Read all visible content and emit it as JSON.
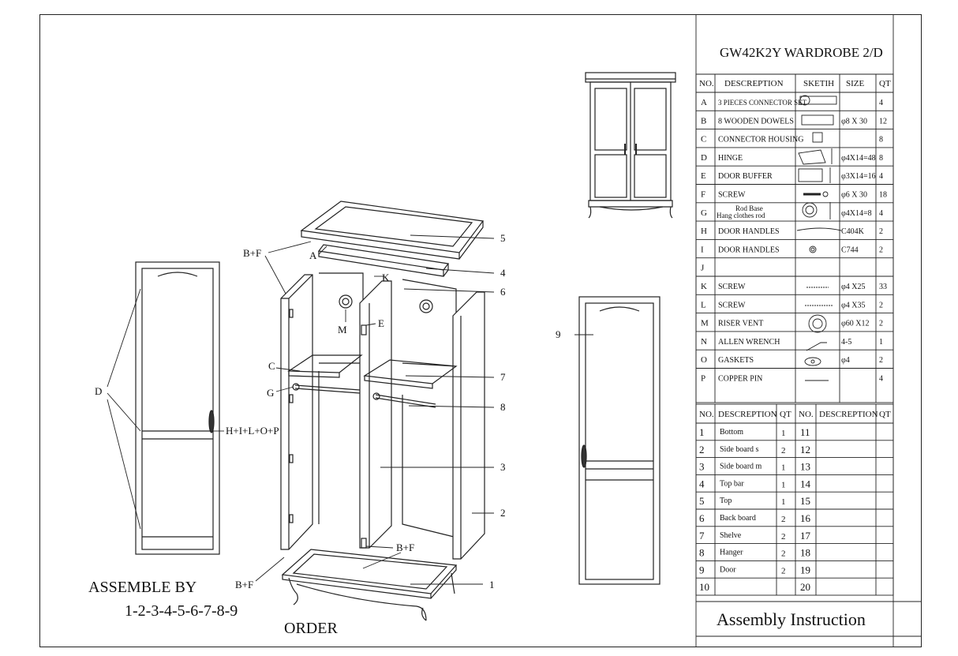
{
  "title": "GW42K2Y WARDROBE 2/D",
  "footer": "Assembly Instruction",
  "assemble": {
    "line1": "ASSEMBLE BY",
    "line2": "1-2-3-4-5-6-7-8-9",
    "line3": "ORDER"
  },
  "hardware_header": {
    "no": "NO.",
    "desc": "DESCREPTION",
    "sketch": "SKETIH",
    "size": "SIZE",
    "qt": "QT"
  },
  "hardware": [
    {
      "no": "A",
      "desc": "3 PIECES CONNECTOR SET",
      "size": "",
      "qt": "4"
    },
    {
      "no": "B",
      "desc": "8 WOODEN DOWELS",
      "size": "φ8 X 30",
      "qt": "12"
    },
    {
      "no": "C",
      "desc": "CONNECTOR HOUSING",
      "size": "",
      "qt": "8"
    },
    {
      "no": "D",
      "desc": "HINGE",
      "size": "φ4X14=48",
      "qt": "8"
    },
    {
      "no": "E",
      "desc": "DOOR BUFFER",
      "size": "φ3X14=16",
      "qt": "4"
    },
    {
      "no": "F",
      "desc": "SCREW",
      "size": "φ6 X 30",
      "qt": "18"
    },
    {
      "no": "G",
      "desc": "Rod Base",
      "desc2": "Hang clothes rod",
      "size": "φ4X14=8",
      "qt": "4"
    },
    {
      "no": "H",
      "desc": "DOOR HANDLES",
      "size": "C404K",
      "qt": "2"
    },
    {
      "no": "I",
      "desc": "DOOR HANDLES",
      "size": "C744",
      "qt": "2"
    },
    {
      "no": "J",
      "desc": "",
      "size": "",
      "qt": ""
    },
    {
      "no": "K",
      "desc": "SCREW",
      "size": "φ4 X25",
      "qt": "33"
    },
    {
      "no": "L",
      "desc": "SCREW",
      "size": "φ4 X35",
      "qt": "2"
    },
    {
      "no": "M",
      "desc": "RISER VENT",
      "size": "φ60 X12",
      "qt": "2"
    },
    {
      "no": "N",
      "desc": "ALLEN WRENCH",
      "size": "4-5",
      "qt": "1"
    },
    {
      "no": "O",
      "desc": "GASKETS",
      "size": "φ4",
      "qt": "2"
    },
    {
      "no": "P",
      "desc": "COPPER PIN",
      "size": "",
      "qt": "4"
    }
  ],
  "parts_header": {
    "no": "NO.",
    "desc": "DESCREPTION",
    "qt": "QT"
  },
  "parts_left": [
    {
      "no": "1",
      "desc": "Bottom",
      "qt": "1"
    },
    {
      "no": "2",
      "desc": "Side board s",
      "qt": "2"
    },
    {
      "no": "3",
      "desc": "Side board m",
      "qt": "1"
    },
    {
      "no": "4",
      "desc": "Top bar",
      "qt": "1"
    },
    {
      "no": "5",
      "desc": "Top",
      "qt": "1"
    },
    {
      "no": "6",
      "desc": "Back board",
      "qt": "2"
    },
    {
      "no": "7",
      "desc": "Shelve",
      "qt": "2"
    },
    {
      "no": "8",
      "desc": "Hanger",
      "qt": "2"
    },
    {
      "no": "9",
      "desc": "Door",
      "qt": "2"
    },
    {
      "no": "10",
      "desc": "",
      "qt": ""
    }
  ],
  "parts_right": [
    {
      "no": "11"
    },
    {
      "no": "12"
    },
    {
      "no": "13"
    },
    {
      "no": "14"
    },
    {
      "no": "15"
    },
    {
      "no": "16"
    },
    {
      "no": "17"
    },
    {
      "no": "18"
    },
    {
      "no": "19"
    },
    {
      "no": "20"
    }
  ],
  "callouts": {
    "bf_top": "B+F",
    "a": "A",
    "k": "K",
    "m": "M",
    "e": "E",
    "c": "C",
    "g": "G",
    "n5": "5",
    "n4": "4",
    "n6": "6",
    "n7": "7",
    "n8": "8",
    "n3": "3",
    "n2": "2",
    "n1": "1",
    "n9": "9",
    "d": "D",
    "hilop": "H+I+L+O+P",
    "bf_mid": "B+F",
    "bf_bottom": "B+F"
  }
}
